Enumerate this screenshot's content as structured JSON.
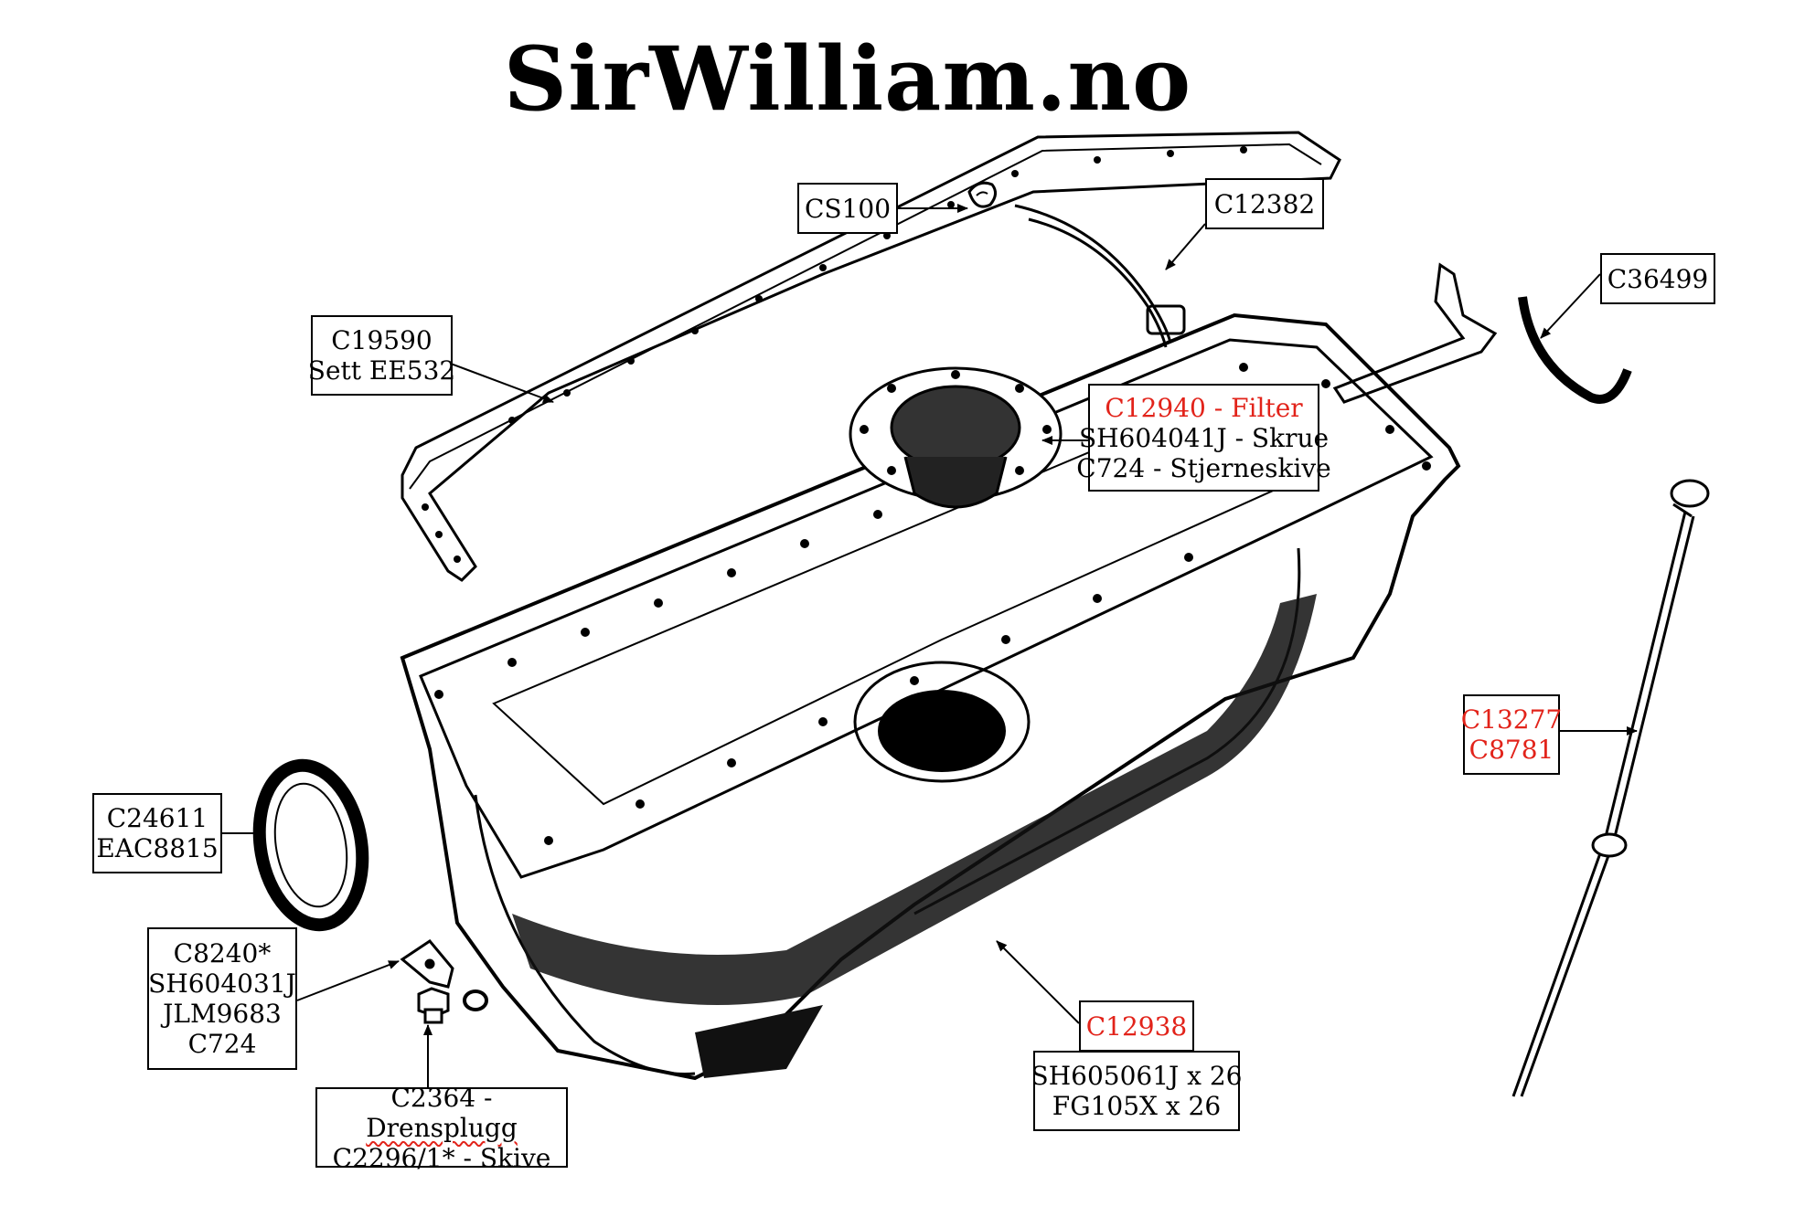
{
  "site_title": "SirWilliam.no",
  "labels": {
    "cs100": "CS100",
    "c12382": "C12382",
    "c36499": "C36499",
    "c19590": {
      "line1": "C19590",
      "line2": "Sett EE532"
    },
    "filter": {
      "line1": "C12940 - Filter",
      "line2": "SH604041J - Skrue",
      "line3": "C724 - Stjerneskive"
    },
    "dipstick": {
      "line1": "C13277",
      "line2": "C8781"
    },
    "seal": {
      "line1": "C24611",
      "line2": "EAC8815"
    },
    "bracket": {
      "line1": "C8240*",
      "line2": "SH604031J",
      "line3": "JLM9683",
      "line4": "C724"
    },
    "drain": {
      "line1_part": "C2364 - ",
      "line1_word": "Drensplugg",
      "line2": "C2296/1* - Skive"
    },
    "sump": "C12938",
    "bolts": {
      "line1": "SH605061J x 26",
      "line2": "FG105X x 26"
    }
  },
  "colors": {
    "highlight": "#e2231a",
    "ink": "#000000"
  }
}
